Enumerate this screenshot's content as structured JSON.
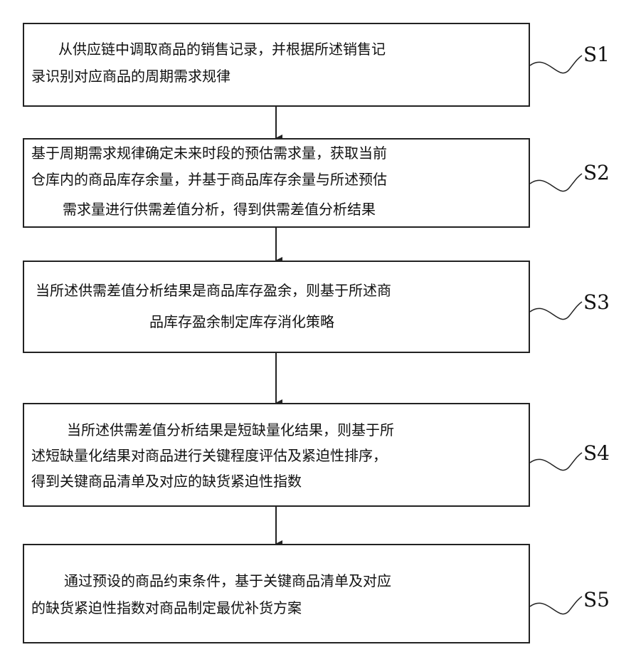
{
  "steps": [
    {
      "id": "S1",
      "lines": [
        "从供应链中调取商品的销售记录，并根据所述销售记",
        "录识别对应商品的周期需求规律"
      ]
    },
    {
      "id": "S2",
      "lines": [
        "基于周期需求规律确定未来时段的预估需求量，获取当前",
        "仓库内的商品库存余量，并基于商品库存余量与所述预估",
        "需求量进行供需差值分析，得到供需差值分析结果"
      ]
    },
    {
      "id": "S3",
      "lines": [
        "当所述供需差值分析结果是商品库存盈余，则基于所述商",
        "品库存盈余制定库存消化策略"
      ]
    },
    {
      "id": "S4",
      "lines": [
        "当所述供需差值分析结果是短缺量化结果，则基于所",
        "述短缺量化结果对商品进行关键程度评估及紧迫性排序，",
        "得到关键商品清单及对应的缺货紧迫性指数"
      ]
    },
    {
      "id": "S5",
      "lines": [
        "通过预设的商品约束条件，基于关键商品清单及对应",
        "的缺货紧迫性指数对商品制定最优补货方案"
      ]
    }
  ]
}
